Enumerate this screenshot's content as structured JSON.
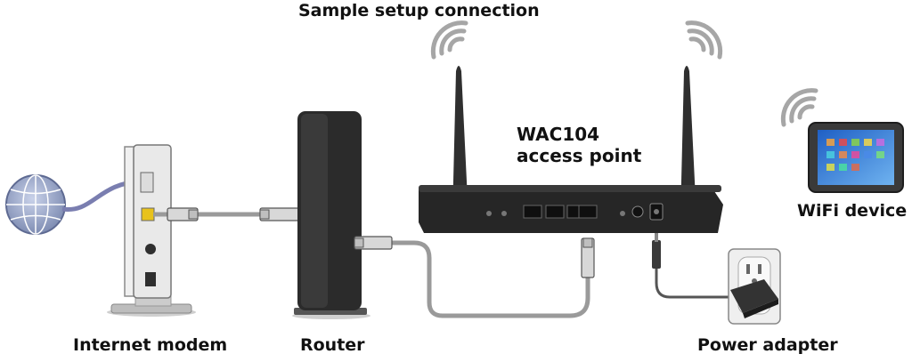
{
  "title": "Sample setup connection",
  "devices": {
    "access_point": {
      "line1": "WAC104",
      "line2": "access point"
    },
    "wifi_device": {
      "label": "WiFi device"
    },
    "modem": {
      "label": "Internet modem"
    },
    "router": {
      "label": "Router"
    },
    "power_adapter": {
      "label": "Power adapter"
    }
  },
  "colors": {
    "device_dark": "#2b2b2b",
    "device_light": "#e6e6e6",
    "cable": "#9a9a9a",
    "wifi_arcs": "#a6a6a6",
    "globe": "#8e9bbd",
    "modem_cable": "#7a7eb0",
    "port_yellow": "#e8c21c",
    "tablet_screen": "#3a78d6"
  }
}
